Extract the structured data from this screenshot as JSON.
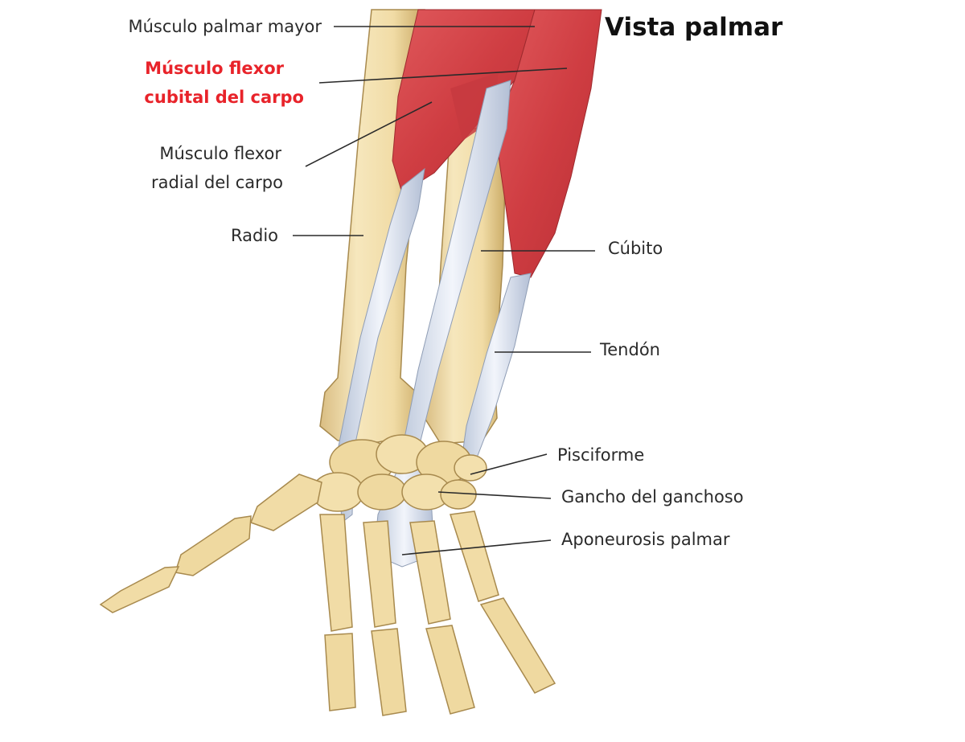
{
  "title": "Vista palmar",
  "labels": {
    "palmar_mayor": "Músculo palmar mayor",
    "flexor_cubital_1": "Músculo flexor",
    "flexor_cubital_2": "cubital del carpo",
    "flexor_radial_1": "Músculo flexor",
    "flexor_radial_2": "radial del carpo",
    "radio": "Radio",
    "cubito": "Cúbito",
    "tendon": "Tendón",
    "pisciforme": "Pisciforme",
    "gancho": "Gancho del ganchoso",
    "aponeurosis": "Aponeurosis palmar"
  },
  "colors": {
    "highlight": "#e8232a",
    "label_text": "#2a2a2a",
    "muscle": "#d9464a",
    "bone": "#f1dfae",
    "tendon": "#dfe6f2"
  }
}
